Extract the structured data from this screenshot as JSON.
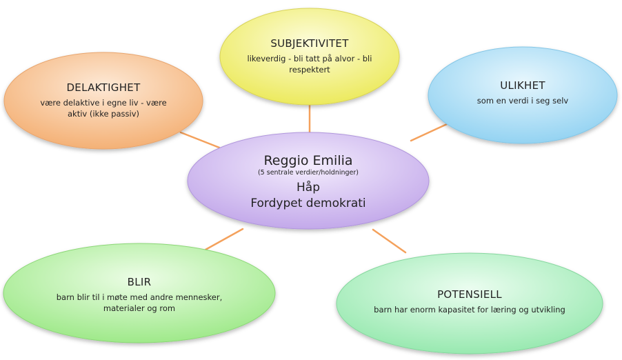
{
  "center": {
    "title": "Reggio Emilia",
    "subtitle": "(5 sentrale  verdier/holdninger)",
    "line1": "Håp",
    "line2": "Fordypet demokrati"
  },
  "nodes": {
    "subjektivitet": {
      "title": "SUBJEKTIVITET",
      "desc": "likeverdig - bli tatt på alvor - bli respektert"
    },
    "delaktighet": {
      "title": "DELAKTIGHET",
      "desc": "være delaktive i egne liv - være aktiv (ikke passiv)"
    },
    "ulikhet": {
      "title": "ULIKHET",
      "desc": "som en verdi i seg selv"
    },
    "blir": {
      "title": "BLIR",
      "desc": "barn blir til i møte med andre mennesker, materialer og rom"
    },
    "potensiell": {
      "title": "POTENSIELL",
      "desc": "barn har enorm kapasitet for læring og utvikling"
    }
  },
  "colors": {
    "connector": "#f4a15c",
    "center": "#cdb6ee",
    "subjektivitet": "#f3f07a",
    "delaktighet": "#f6bd8a",
    "ulikhet": "#a8dcf5",
    "blir": "#b6f0a6",
    "potensiell": "#b3f0c4"
  }
}
